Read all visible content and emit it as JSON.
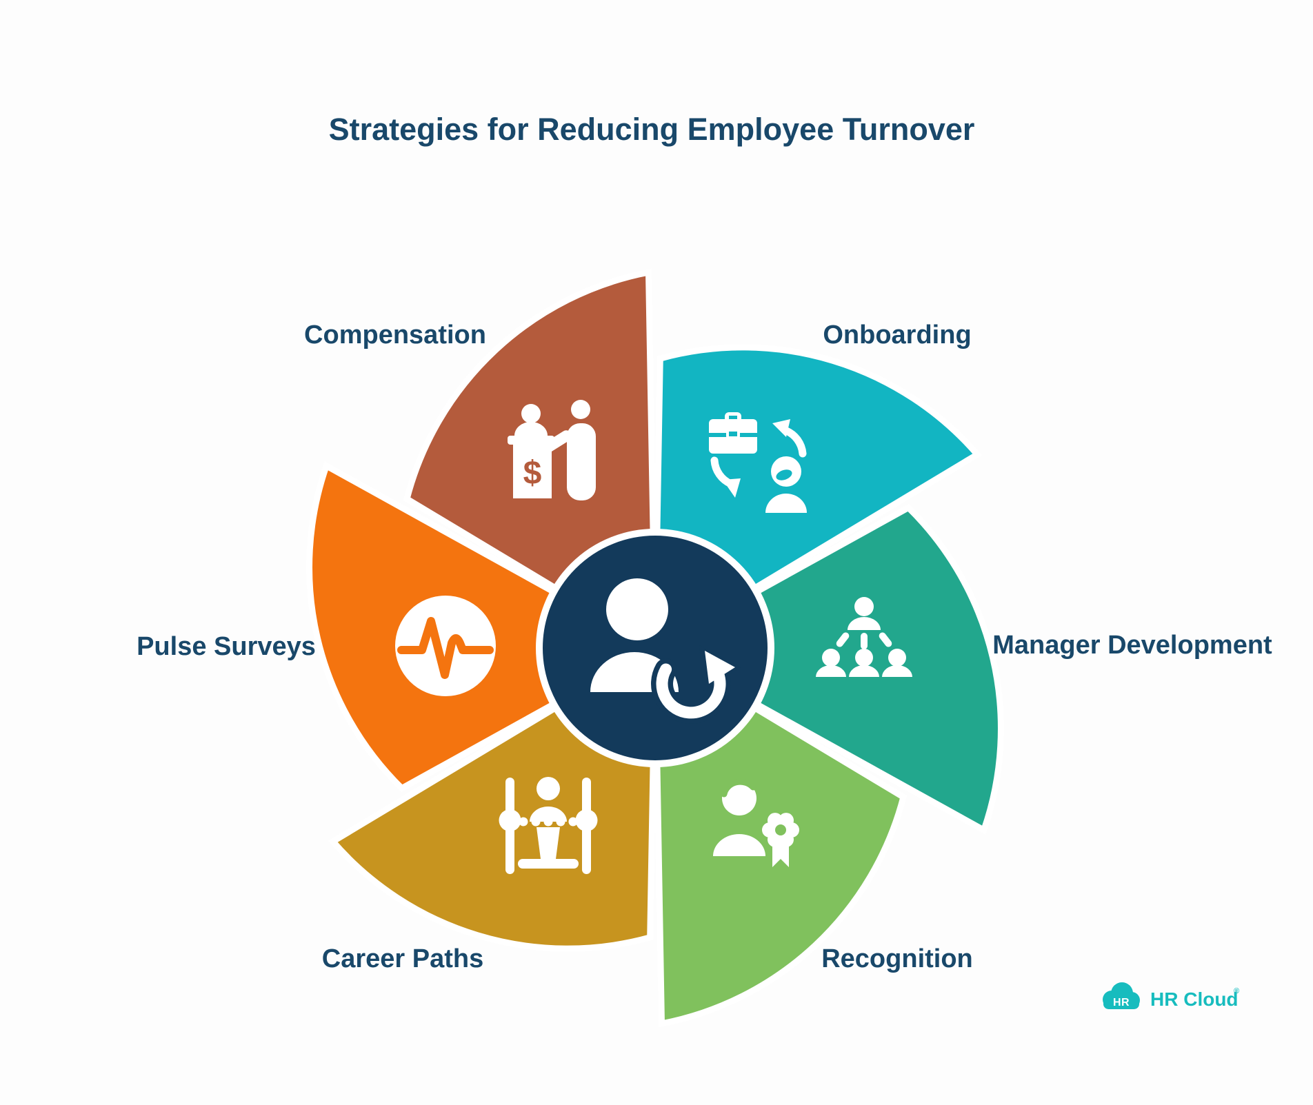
{
  "title": "Strategies for Reducing Employee Turnover",
  "colors": {
    "background": "#FDFDFD",
    "heading_text": "#19486A",
    "center_navy": "#133A5B",
    "white": "#FFFFFF",
    "logo_teal": "#17BCBE"
  },
  "segments": [
    {
      "label": "Compensation",
      "color": "#B45B3C",
      "icon": "salary-podium-icon",
      "icon_char": "$"
    },
    {
      "label": "Onboarding",
      "color": "#12B5C2",
      "icon": "briefcase-person-swap-icon"
    },
    {
      "label": "Manager Development",
      "color": "#22A78D",
      "icon": "org-hierarchy-icon"
    },
    {
      "label": "Recognition",
      "color": "#80C15D",
      "icon": "person-award-icon"
    },
    {
      "label": "Career Paths",
      "color": "#C7941F",
      "icon": "sliders-person-icon"
    },
    {
      "label": "Pulse Surveys",
      "color": "#F4740F",
      "icon": "pulse-wave-icon"
    }
  ],
  "center": {
    "icon": "person-refresh-icon"
  },
  "logo": {
    "badge": "HR",
    "name": "HR Cloud",
    "registered": "®"
  }
}
